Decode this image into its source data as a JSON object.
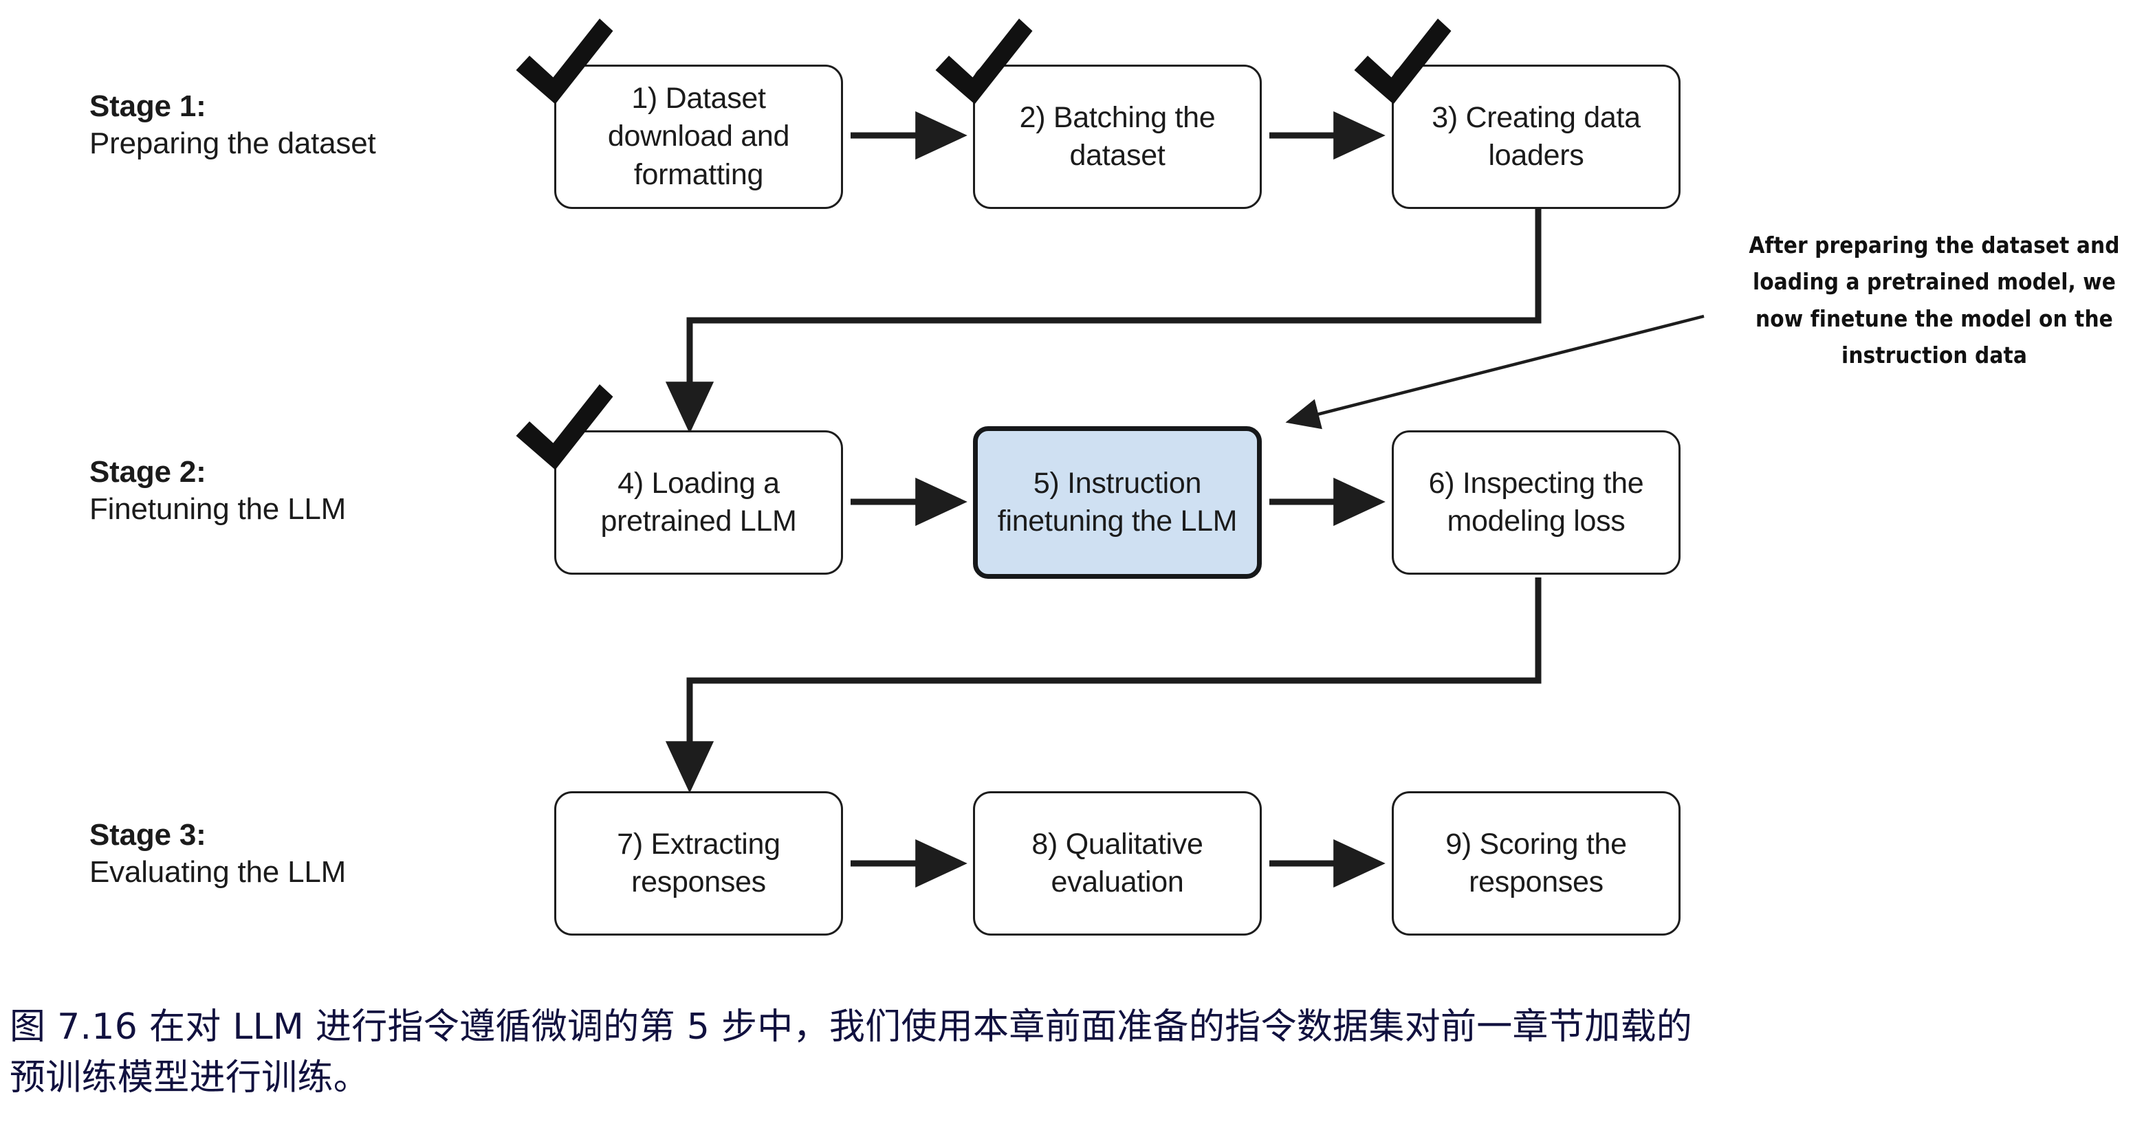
{
  "figure": {
    "stages": [
      {
        "title": "Stage 1:",
        "subtitle": "Preparing the dataset"
      },
      {
        "title": "Stage 2:",
        "subtitle": "Finetuning the LLM"
      },
      {
        "title": "Stage 3:",
        "subtitle": "Evaluating the LLM"
      }
    ],
    "nodes": [
      {
        "id": 1,
        "label": "1) Dataset download and formatting",
        "checked": true,
        "highlighted": false
      },
      {
        "id": 2,
        "label": "2) Batching the dataset",
        "checked": true,
        "highlighted": false
      },
      {
        "id": 3,
        "label": "3) Creating data loaders",
        "checked": true,
        "highlighted": false
      },
      {
        "id": 4,
        "label": "4) Loading a pretrained LLM",
        "checked": true,
        "highlighted": false
      },
      {
        "id": 5,
        "label": "5) Instruction finetuning the LLM",
        "checked": false,
        "highlighted": true
      },
      {
        "id": 6,
        "label": "6) Inspecting the modeling loss",
        "checked": false,
        "highlighted": false
      },
      {
        "id": 7,
        "label": "7) Extracting responses",
        "checked": false,
        "highlighted": false
      },
      {
        "id": 8,
        "label": "8) Qualitative evaluation",
        "checked": false,
        "highlighted": false
      },
      {
        "id": 9,
        "label": "9) Scoring the responses",
        "checked": false,
        "highlighted": false
      }
    ],
    "annotation": {
      "lines": [
        "After preparing the dataset and",
        "loading a pretrained model, we",
        "now finetune the model on the",
        "instruction data"
      ]
    },
    "caption": {
      "lines": [
        "图 7.16 在对 LLM 进行指令遵循微调的第 5 步中，我们使用本章前面准备的指令数据集对前一章节加载的",
        "预训练模型进行训练。"
      ]
    },
    "colors": {
      "highlight_fill": "#cfe0f2",
      "stroke": "#1d1d1d",
      "text": "#1b1b1b",
      "caption_text": "#11113f",
      "background": "#ffffff"
    }
  }
}
